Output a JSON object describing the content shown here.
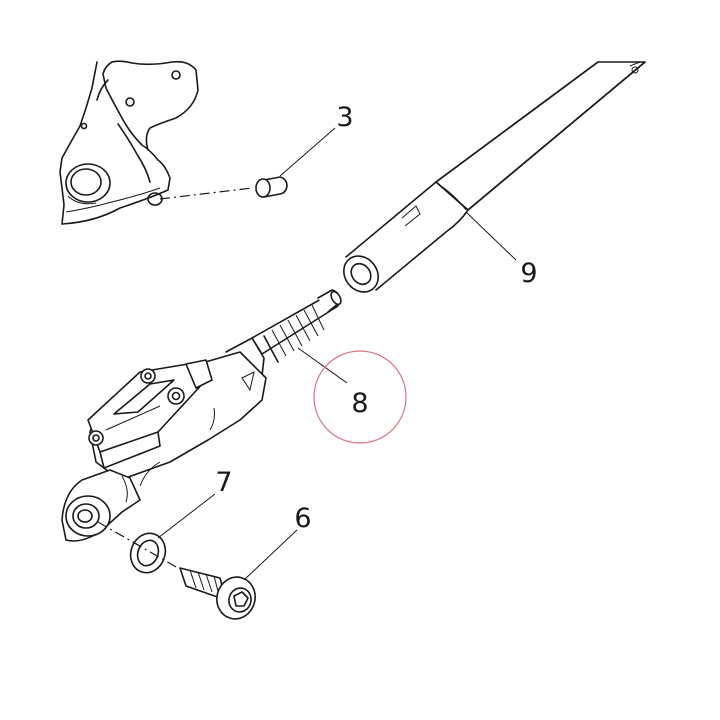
{
  "parts": [
    {
      "id": "part-3",
      "label": "3"
    },
    {
      "id": "part-6",
      "label": "6"
    },
    {
      "id": "part-7",
      "label": "7"
    },
    {
      "id": "part-8",
      "label": "8"
    },
    {
      "id": "part-9",
      "label": "9"
    }
  ],
  "highlight": {
    "part": "8",
    "color": "#d9737f"
  },
  "colors": {
    "line": "#1a1a1a",
    "background": "#ffffff"
  }
}
